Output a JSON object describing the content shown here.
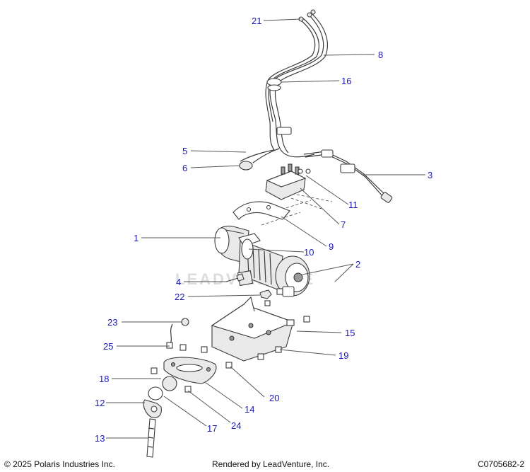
{
  "diagram": {
    "watermark": "LEADVENTURE",
    "callouts": [
      {
        "id": "21",
        "label": "21"
      },
      {
        "id": "8",
        "label": "8"
      },
      {
        "id": "16",
        "label": "16"
      },
      {
        "id": "5",
        "label": "5"
      },
      {
        "id": "6",
        "label": "6"
      },
      {
        "id": "3",
        "label": "3"
      },
      {
        "id": "11",
        "label": "11"
      },
      {
        "id": "7",
        "label": "7"
      },
      {
        "id": "9",
        "label": "9"
      },
      {
        "id": "1",
        "label": "1"
      },
      {
        "id": "10",
        "label": "10"
      },
      {
        "id": "2",
        "label": "2"
      },
      {
        "id": "4",
        "label": "4"
      },
      {
        "id": "22",
        "label": "22"
      },
      {
        "id": "23",
        "label": "23"
      },
      {
        "id": "15",
        "label": "15"
      },
      {
        "id": "25",
        "label": "25"
      },
      {
        "id": "19",
        "label": "19"
      },
      {
        "id": "18",
        "label": "18"
      },
      {
        "id": "20",
        "label": "20"
      },
      {
        "id": "12",
        "label": "12"
      },
      {
        "id": "14",
        "label": "14"
      },
      {
        "id": "24",
        "label": "24"
      },
      {
        "id": "17",
        "label": "17"
      },
      {
        "id": "13",
        "label": "13"
      }
    ]
  },
  "footer": {
    "copyright": "© 2025 Polaris Industries Inc.",
    "rendered_by": "Rendered by LeadVenture, Inc.",
    "code": "C0705682-2"
  }
}
